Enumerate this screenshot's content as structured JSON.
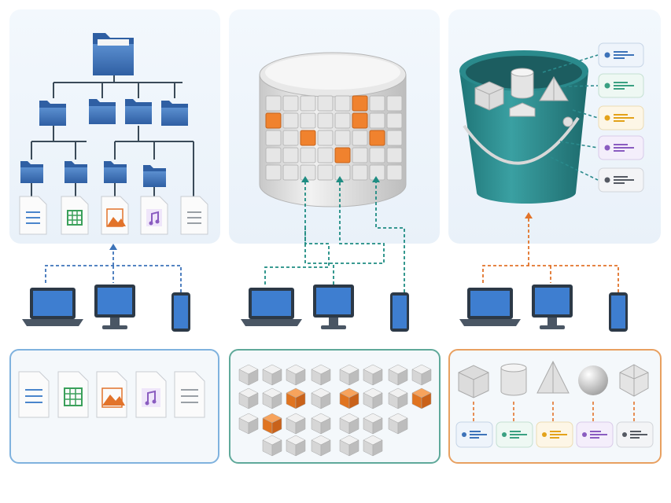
{
  "colors": {
    "folder_blue": "#3d73b9",
    "panel_bg": "#eef4fa",
    "file_blue_outline": "#7fb2de",
    "block_teal_outline": "#5fa99a",
    "object_orange_outline": "#e8a060",
    "highlight_orange": "#f0822e",
    "bucket_teal": "#2a8a8c",
    "connector_blue": "#3d73b9",
    "connector_teal": "#1e8c82",
    "connector_orange": "#e2732a",
    "meta_blue": "#3d73b9",
    "meta_green": "#3aa082",
    "meta_yellow": "#e3a21a",
    "meta_purple": "#8a5cc0",
    "meta_gray": "#555a63"
  },
  "file_storage": {
    "folder_tree_levels": [
      "root-folder",
      "subfolders",
      "leaf-folders",
      "files"
    ],
    "file_types": [
      "document-icon",
      "spreadsheet-icon",
      "image-icon",
      "audio-icon",
      "text-icon"
    ]
  },
  "block_storage": {
    "grid_icon": "cylinder-block-grid-icon",
    "highlighted_block_count": 6
  },
  "object_storage": {
    "container_icon": "bucket-icon",
    "object_icons": [
      "cube-icon",
      "cylinder-icon",
      "pyramid-icon",
      "sphere-icon",
      "icosahedron-icon"
    ],
    "metadata_tags": [
      "metadata-blue",
      "metadata-green",
      "metadata-yellow",
      "metadata-purple",
      "metadata-gray"
    ]
  },
  "client_devices": [
    "laptop-icon",
    "monitor-icon",
    "phone-icon"
  ]
}
